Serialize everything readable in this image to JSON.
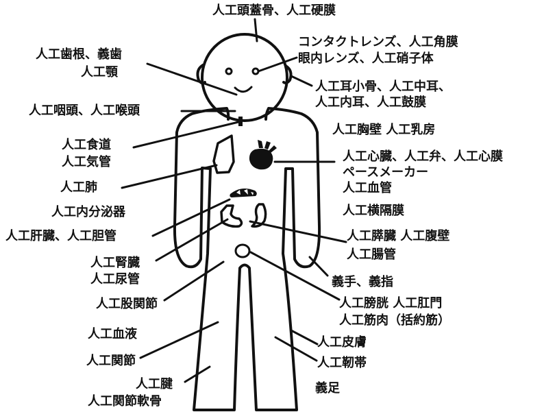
{
  "diagram": {
    "colors": {
      "ink": "#111111",
      "background": "#ffffff",
      "organ_fill": "#111111"
    },
    "labels": {
      "skull": "人工頭蓋骨、人工硬膜",
      "eye_1": "コンタクトレンズ、人工角膜",
      "eye_2": "眼内レンズ、人工硝子体",
      "tooth_1": "人工歯根、義歯",
      "tooth_2": "人工顎",
      "ear_1": "人工耳小骨、人工中耳、",
      "ear_2": "人工内耳、人工鼓膜",
      "throat": "人工咽頭、人工喉頭",
      "chest": "人工胸壁 人工乳房",
      "trachea_1": "人工食道",
      "trachea_2": "人工気管",
      "heart_1": "人工心臓、人工弁、人工心膜",
      "heart_2": "ペースメーカー",
      "heart_3": "人工血管",
      "lung": "人工肺",
      "diaphragm": "人工横隔膜",
      "endocrine": "人工内分泌器",
      "liver": "人工肝臓、人工胆管",
      "pancreas": "人工膵臓 人工腹壁",
      "intestine": "人工腸管",
      "kidney_1": "人工腎臓",
      "kidney_2": "人工尿管",
      "hand": "義手、義指",
      "hip": "人工股関節",
      "bladder_1": "人工膀胱 人工肛門",
      "bladder_2": "人工筋肉（括約筋）",
      "blood": "人工血液",
      "skin": "人工皮膚",
      "joint": "人工関節",
      "ligament": "人工靭帯",
      "tendon": "人工腱",
      "cartilage": "人工関節軟骨",
      "foot": "義足"
    }
  }
}
